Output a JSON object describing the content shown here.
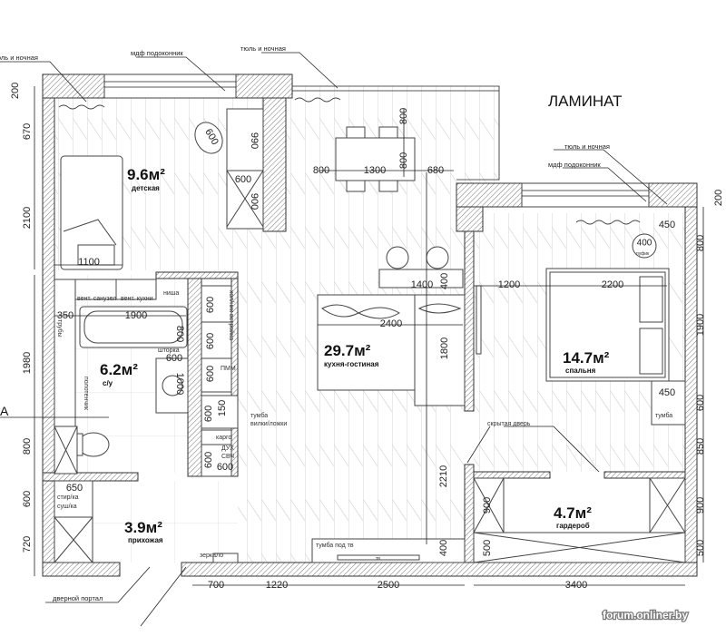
{
  "title_label": "ЛАМИНАТ",
  "section_mark": "A",
  "watermark": "forum.onliner.by",
  "rooms": {
    "kids": {
      "area": "9.6м²",
      "name": "детская"
    },
    "bath": {
      "area": "6.2м²",
      "name": "с/у"
    },
    "hall": {
      "area": "3.9м²",
      "name": "прихожая"
    },
    "kitchen": {
      "area": "29.7м²",
      "name": "кухня-гостиная"
    },
    "bedroom": {
      "area": "14.7м²",
      "name": "спальня"
    },
    "wardrobe": {
      "area": "4.7м²",
      "name": "гардероб"
    }
  },
  "annotations": {
    "tulle_left": "тюль и ночная",
    "mdf_left": "мдф подоконник",
    "tulle_mid": "тюль и ночная",
    "tulle_right": "тюль и ночная",
    "mdf_right": "мдф подоконник",
    "vent_bath": "вент. санузел",
    "vent_kitchen": "вент. кухни",
    "niche": "ниша",
    "fridge": "хол/ник встройка",
    "pipes": "трубы",
    "curtain": "шторка",
    "towel": "полотенчик",
    "dishwasher": "ПММ",
    "cabinet_forks1": "тумба",
    "cabinet_forks2": "вилки/ложки",
    "cargo": "карго",
    "oven1": "ДУХ",
    "oven2": "СВЧ",
    "washer1": "стир/ка",
    "washer2": "суш/ка",
    "mirror": "зеркало",
    "door_portal": "дверной портал",
    "tv_stand": "тумба под тв",
    "tv": "тв",
    "hidden_door": "скрытая дверь",
    "nightstand": "тумба",
    "pouf": "пуфик"
  },
  "dims": [
    "200",
    "670",
    "2100",
    "1980",
    "800",
    "600",
    "720",
    "600",
    "990",
    "600",
    "900",
    "1100",
    "350",
    "1900",
    "800",
    "600",
    "1000",
    "600",
    "600",
    "600",
    "600",
    "150",
    "600",
    "600",
    "650",
    "800",
    "1300",
    "800",
    "800",
    "680",
    "1400",
    "400",
    "2400",
    "1800",
    "1200",
    "2200",
    "450",
    "400",
    "800",
    "1900",
    "450",
    "600",
    "850",
    "900",
    "500",
    "2210",
    "400",
    "900",
    "500",
    "700",
    "1220",
    "2500",
    "3400",
    "200"
  ]
}
